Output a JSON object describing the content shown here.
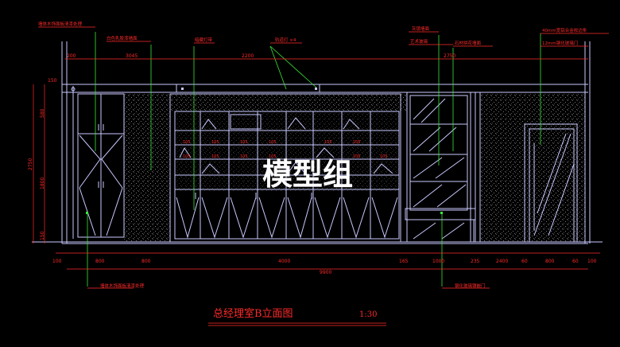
{
  "drawing": {
    "title": "总经理室B立面图",
    "scale": "1:30",
    "watermark": "模型组",
    "colors": {
      "background": "#000000",
      "outline": "#c8c8ff",
      "annotation": "#ff2a2a",
      "leader": "#38e838",
      "texture": "#6a6a6a"
    }
  },
  "top_callouts": [
    "墙体木饰面板清漆处理",
    "白色乳胶漆墙面",
    "暗藏灯带",
    "轨道灯 ×4",
    "灰镜墙面",
    "艺术玻璃",
    "石材拼花墙面",
    "40mm宽铝合金收边条",
    "12mm钢化玻璃门"
  ],
  "top_dims": [
    "200",
    "3045",
    "2200",
    "2750"
  ],
  "left_dims": [
    "150",
    "2750",
    "580",
    "1800",
    "150"
  ],
  "shelf_labels": [
    "105",
    "105",
    "105",
    "105",
    "105",
    "105",
    "105",
    "105",
    "105",
    "105",
    "105",
    "105"
  ],
  "bottom_dims": [
    "100",
    "800",
    "800",
    "4000",
    "165",
    "1000",
    "235",
    "2400",
    "60",
    "800",
    "60",
    "100"
  ],
  "overall_dim": "9900",
  "bottom_callouts": [
    "墙体木饰面板清漆处理",
    "钢化玻璃镶嵌门"
  ]
}
